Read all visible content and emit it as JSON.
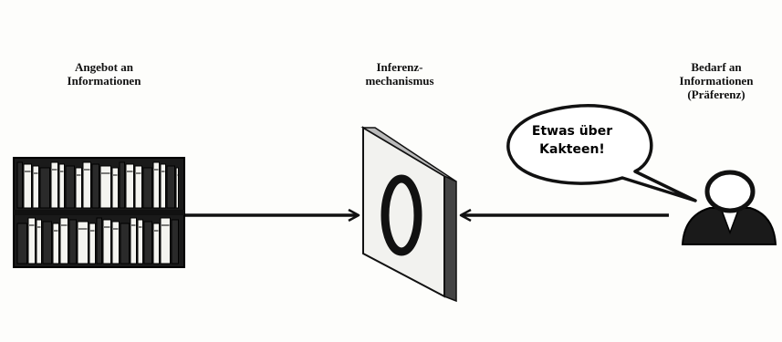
{
  "labels": {
    "supply": "Angebot an\nInformationen",
    "inference": "Inferenz-\nmechanismus",
    "demand": "Bedarf an\nInformationen\n(Präferenz)"
  },
  "speech_bubble": {
    "text": "Etwas über\nKakteen!"
  },
  "icons": [
    "bookshelf-icon",
    "filter-screen-icon",
    "person-icon",
    "speech-bubble-icon",
    "arrow-icon"
  ]
}
